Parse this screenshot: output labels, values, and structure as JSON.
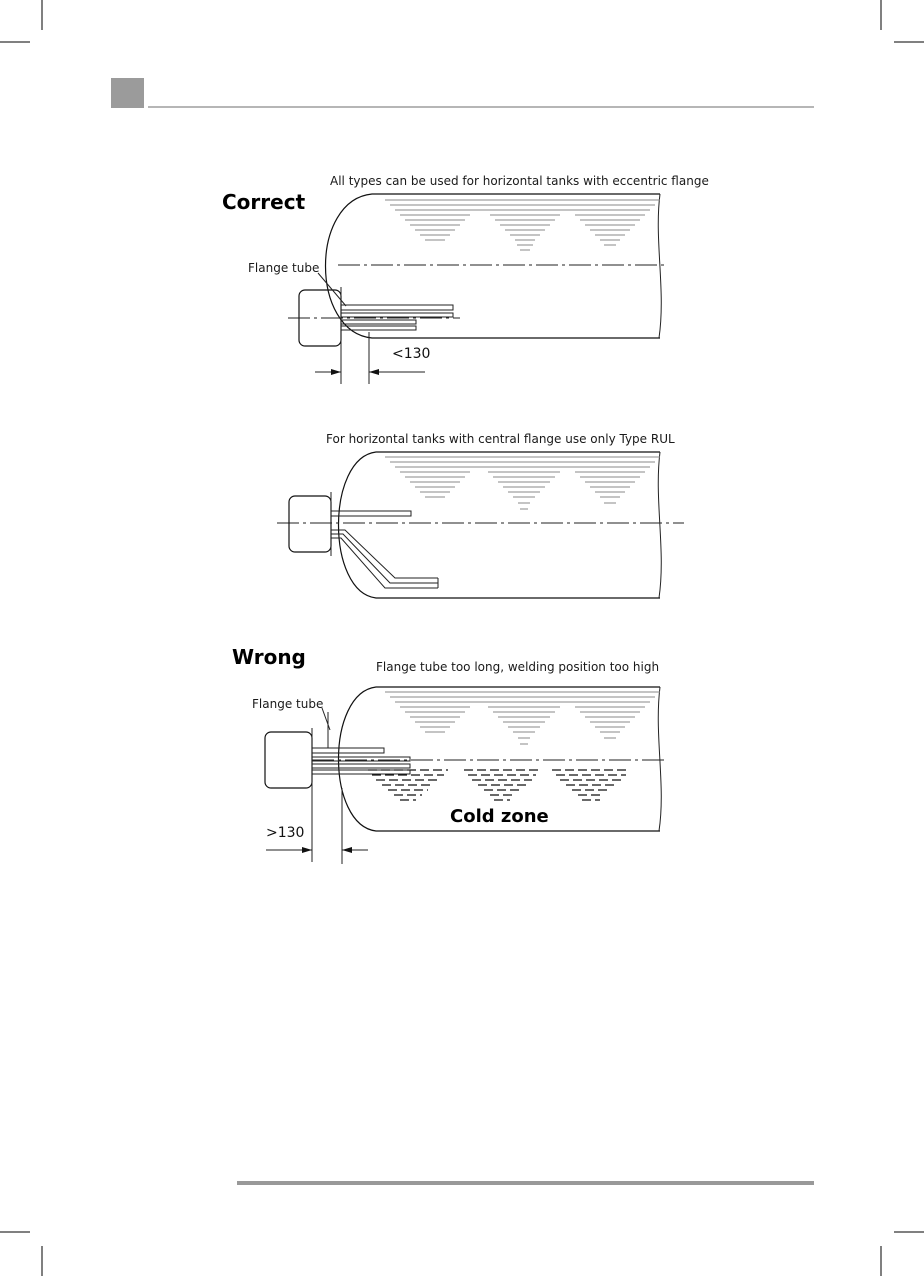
{
  "header": {
    "section_marker_color": "#9b9b9b",
    "rule_color": "#8a8a8a"
  },
  "footer": {
    "rule_color": "#999999"
  },
  "sections": {
    "correct": {
      "heading": "Correct",
      "caption": "All types can be used for horizontal tanks with eccentric flange",
      "flange_label": "Flange tube",
      "dimension": "<130"
    },
    "central": {
      "caption": "For horizontal tanks with central flange use only Type RUL"
    },
    "wrong": {
      "heading": "Wrong",
      "caption": "Flange tube too long, welding position too high",
      "flange_label": "Flange tube",
      "dimension": ">130",
      "zone_label": "Cold zone"
    }
  }
}
